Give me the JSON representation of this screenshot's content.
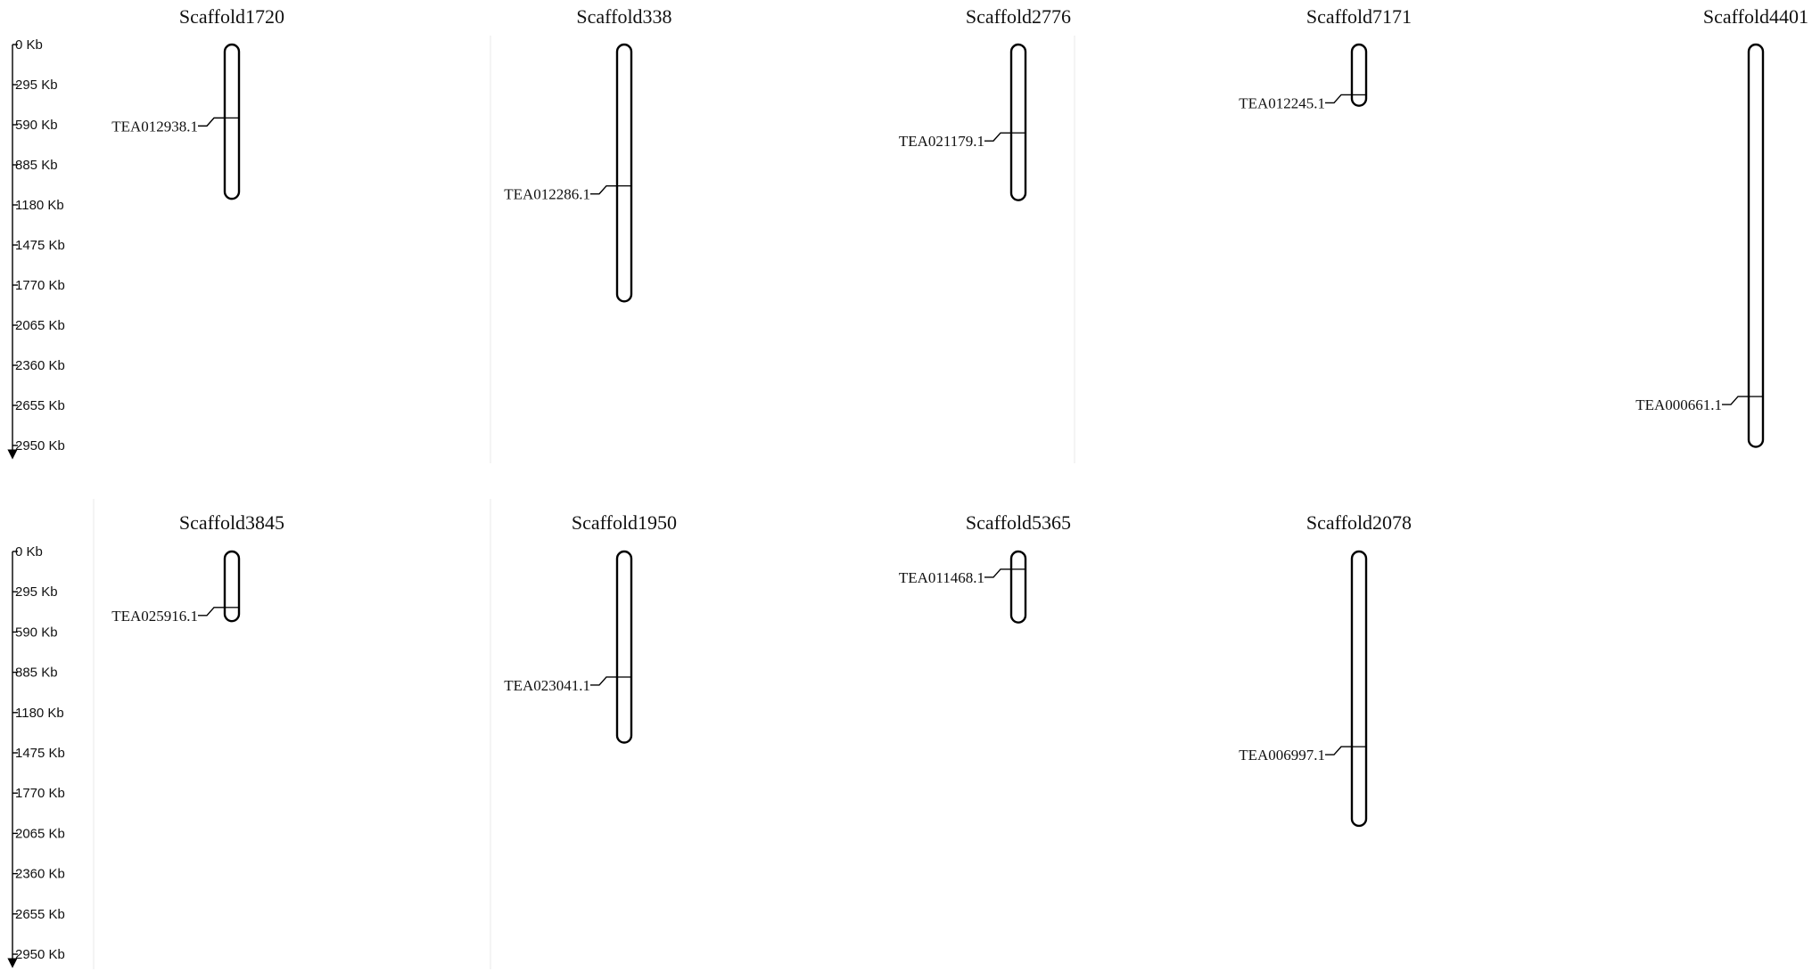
{
  "figure": {
    "axis": {
      "unit": "Kb",
      "ticks": [
        "0 Kb",
        "295 Kb",
        "590 Kb",
        "885 Kb",
        "1180 Kb",
        "1475 Kb",
        "1770 Kb",
        "2065 Kb",
        "2360 Kb",
        "2655 Kb",
        "2950 Kb"
      ]
    },
    "rows": [
      {
        "scaffolds": [
          {
            "name": "Scaffold1720",
            "length_kb": 1135,
            "genes": [
              {
                "id": "TEA012938.1",
                "position_kb": 540
              }
            ]
          },
          {
            "name": "Scaffold338",
            "length_kb": 1890,
            "genes": [
              {
                "id": "TEA012286.1",
                "position_kb": 1040
              }
            ]
          },
          {
            "name": "Scaffold2776",
            "length_kb": 1145,
            "genes": [
              {
                "id": "TEA021179.1",
                "position_kb": 650
              }
            ]
          },
          {
            "name": "Scaffold7171",
            "length_kb": 450,
            "genes": [
              {
                "id": "TEA012245.1",
                "position_kb": 370
              }
            ]
          },
          {
            "name": "Scaffold4401",
            "length_kb": 2960,
            "genes": [
              {
                "id": "TEA000661.1",
                "position_kb": 2590
              }
            ]
          }
        ]
      },
      {
        "scaffolds": [
          {
            "name": "Scaffold3845",
            "length_kb": 510,
            "genes": [
              {
                "id": "TEA025916.1",
                "position_kb": 410
              }
            ]
          },
          {
            "name": "Scaffold1950",
            "length_kb": 1400,
            "genes": [
              {
                "id": "TEA023041.1",
                "position_kb": 920
              }
            ]
          },
          {
            "name": "Scaffold5365",
            "length_kb": 520,
            "genes": [
              {
                "id": "TEA011468.1",
                "position_kb": 130
              }
            ]
          },
          {
            "name": "Scaffold2078",
            "length_kb": 2010,
            "genes": [
              {
                "id": "TEA006997.1",
                "position_kb": 1430
              }
            ]
          }
        ]
      }
    ]
  }
}
